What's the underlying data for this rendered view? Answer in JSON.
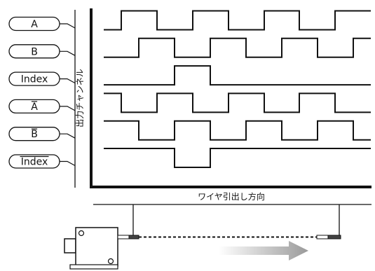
{
  "channels": [
    {
      "label": "A",
      "overline": false,
      "pattern": [
        0,
        1,
        0,
        1,
        0,
        1,
        0,
        1,
        0
      ]
    },
    {
      "label": "B",
      "overline": false,
      "pattern": [
        0,
        0,
        1,
        0,
        1,
        0,
        1,
        0,
        1
      ]
    },
    {
      "label": "Index",
      "overline": false,
      "pattern": [
        0,
        0,
        0,
        0,
        1,
        0,
        0,
        0,
        0
      ]
    },
    {
      "label": "A",
      "overline": true,
      "pattern": [
        1,
        0,
        1,
        0,
        1,
        0,
        1,
        0,
        1
      ]
    },
    {
      "label": "B",
      "overline": true,
      "pattern": [
        1,
        1,
        0,
        1,
        0,
        1,
        0,
        1,
        0
      ]
    },
    {
      "label": "Index",
      "overline": true,
      "pattern": [
        1,
        1,
        1,
        1,
        0,
        1,
        1,
        1,
        1
      ]
    }
  ],
  "y_axis_label": "出力チャンネル",
  "x_axis_label": "ワイヤ引出し方向",
  "colors": {
    "line": "#111111",
    "arrow_start": "#ffffff",
    "arrow_end": "#9a9a9a",
    "device": "#ffffff"
  }
}
